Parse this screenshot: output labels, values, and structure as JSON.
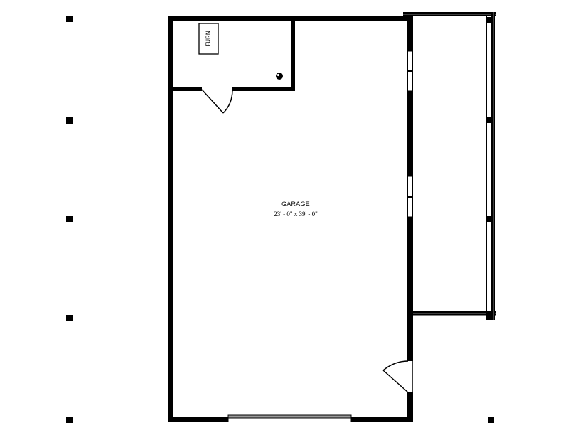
{
  "plan": {
    "room": {
      "name": "GARAGE",
      "dimensions": "23' - 0\" x 39' - 0\""
    },
    "fixtures": [
      {
        "label": "FURN",
        "type": "furnace"
      },
      {
        "label": "",
        "type": "water-heater"
      }
    ],
    "doors": [
      {
        "location": "mechanical-room",
        "type": "swing-door"
      },
      {
        "location": "east-wall",
        "type": "swing-door"
      },
      {
        "location": "south-wall",
        "type": "overhead-garage-door"
      }
    ],
    "windows": [
      {
        "location": "east-wall-upper",
        "type": "double-window"
      },
      {
        "location": "east-wall-middle",
        "type": "double-window"
      }
    ],
    "porch": {
      "type": "covered-side-porch"
    },
    "grid_markers": {
      "count": 6,
      "color": "#000000"
    }
  },
  "colors": {
    "wall": "#000000",
    "background": "#ffffff",
    "glazing": "#808080"
  }
}
